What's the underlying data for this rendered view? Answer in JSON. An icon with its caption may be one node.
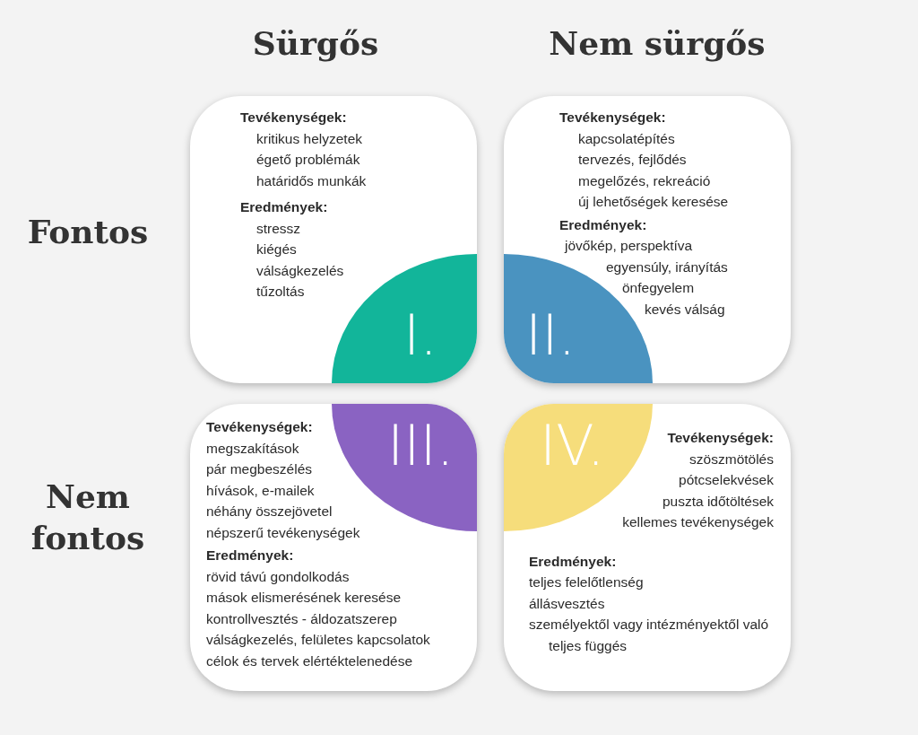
{
  "diagram": {
    "nodes": [
      {
        "text": [
          "Tevékenységek:",
          "kritikus helyzetek",
          "égető problémák",
          "határidős munkák",
          "Eredmények:",
          "stressz",
          "kiégés",
          "válságkezelés",
          "tűzoltás"
        ]
      },
      {
        "text": [
          "I."
        ],
        "in": 0
      },
      {
        "text": [
          "Tevékenységek:",
          "kapcsolatépítés",
          "tervezés, fejlődés",
          "megelőzés, rekreáció",
          "új lehetőségek keresése",
          "Eredmények:",
          "jövőkép, perspektíva",
          "egyensúly, irányítás",
          "önfegyelem",
          "kevés válság"
        ]
      },
      {
        "text": [
          "II."
        ],
        "in": 2
      },
      {
        "text": [
          "Tevékenységek:",
          "megszakítások",
          "pár megbeszélés",
          "hívások, e-mailek",
          "néhány összejövetel",
          "népszerű tevékenységek",
          "Eredmények:",
          "rövid távú gondolkodás",
          "mások elismerésének keresése",
          "kontrollvesztés - áldozatszerep",
          "válságkezelés, felületes kapcsolatok",
          "célok és tervek elértéktelenedése"
        ]
      },
      {
        "text": [
          "III."
        ],
        "in": 4
      },
      {
        "text": [
          "Tevékenységek:",
          "szöszmötölés",
          "pótcselekvések",
          "puszta időtöltések",
          "kellemes tevékenységek",
          "Eredmények:",
          "teljes felelőtlenség",
          "állásvesztés",
          "személyektől vagy intézményektől való teljes függés"
        ]
      },
      {
        "text": [
          "IV."
        ],
        "in": 6
      }
    ],
    "edges": [],
    "labels": [
      "Sürgős",
      "Nem sürgős",
      "Fontos",
      "Nem fontos"
    ]
  }
}
